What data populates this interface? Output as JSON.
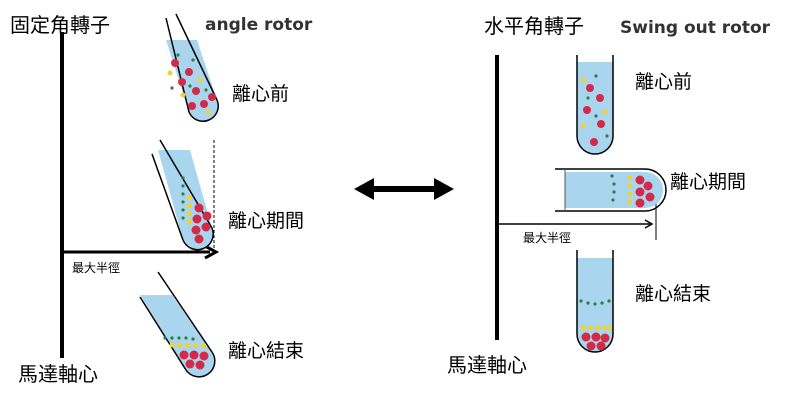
{
  "left": {
    "title_cn": "固定角轉子",
    "title_en": "angle rotor",
    "stage_before": "離心前",
    "stage_during": "離心期間",
    "stage_after": "離心結束",
    "max_radius": "最大半徑",
    "axis_label": "馬達軸心"
  },
  "right": {
    "title_cn": "水平角轉子",
    "title_en": "Swing out rotor",
    "stage_before": "離心前",
    "stage_during": "離心期間",
    "stage_after": "離心結束",
    "max_radius": "最大半徑",
    "axis_label": "馬達軸心"
  },
  "colors": {
    "liquid": "#a9d5ee",
    "red_cells": "#d42a4a",
    "platelets": "#f2d230",
    "white_cells": "#2f7d46",
    "line": "#000000"
  }
}
